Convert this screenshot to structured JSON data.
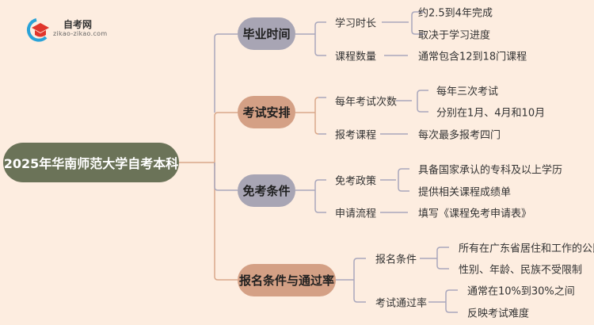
{
  "logo": {
    "title": "自考网",
    "url": "zikao-zikao.com"
  },
  "root": "2025年华南师范大学自考本科",
  "branches": [
    {
      "label": "毕业时间",
      "children": [
        {
          "label": "学习时长",
          "leaves": [
            "约2.5到4年完成",
            "取决于学习进度"
          ]
        },
        {
          "label": "课程数量",
          "leaves": [
            "通常包含12到18门课程"
          ]
        }
      ]
    },
    {
      "label": "考试安排",
      "children": [
        {
          "label": "每年考试次数",
          "leaves": [
            "每年三次考试",
            "分别在1月、4月和10月"
          ]
        },
        {
          "label": "报考课程",
          "leaves": [
            "每次最多报考四门"
          ]
        }
      ]
    },
    {
      "label": "免考条件",
      "children": [
        {
          "label": "免考政策",
          "leaves": [
            "具备国家承认的专科及以上学历",
            "提供相关课程成绩单"
          ]
        },
        {
          "label": "申请流程",
          "leaves": [
            "填写《课程免考申请表》"
          ]
        }
      ]
    },
    {
      "label": "报名条件与通过率",
      "children": [
        {
          "label": "报名条件",
          "leaves": [
            "所有在广东省居住和工作的公民",
            "性别、年龄、民族不受限制"
          ]
        },
        {
          "label": "考试通过率",
          "leaves": [
            "通常在10%到30%之间",
            "反映考试难度"
          ]
        }
      ]
    }
  ],
  "colors": {
    "root": "#6b7358",
    "gray": "#a8a5b4",
    "tan": "#d4a085",
    "bg": "#fdede0"
  }
}
